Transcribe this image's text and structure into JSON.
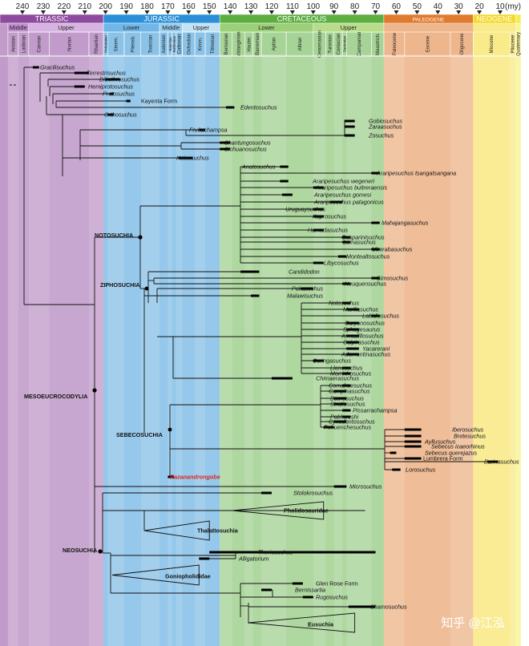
{
  "time_axis": {
    "unit_label": "(my)",
    "ticks": [
      "240",
      "230",
      "220",
      "210",
      "200",
      "190",
      "180",
      "170",
      "160",
      "150",
      "140",
      "130",
      "120",
      "110",
      "100",
      "90",
      "80",
      "70",
      "60",
      "50",
      "40",
      "30",
      "20",
      "10"
    ]
  },
  "periods": [
    {
      "name": "TRIASSIC",
      "color": "#8e4a9f",
      "start": 252,
      "end": 201
    },
    {
      "name": "JURASSIC",
      "color": "#2a8fd6",
      "start": 201,
      "end": 145
    },
    {
      "name": "CRETACEOUS",
      "color": "#5cae3f",
      "start": 145,
      "end": 66
    },
    {
      "name": "PALEOGENE",
      "color": "#e07a2e",
      "start": 66,
      "end": 23
    },
    {
      "name": "NEOGENE",
      "color": "#f4d92a",
      "start": 23,
      "end": 2.6
    },
    {
      "name": "",
      "color": "#f4ec50",
      "start": 2.6,
      "end": 0
    }
  ],
  "epochs": [
    {
      "name": "Middle",
      "start": 247,
      "end": 237,
      "color": "#c08ed0"
    },
    {
      "name": "Upper",
      "start": 237,
      "end": 201,
      "color": "#d6b3e0"
    },
    {
      "name": "Lower",
      "start": 201,
      "end": 174,
      "color": "#70b7e8"
    },
    {
      "name": "Middle",
      "start": 174,
      "end": 163,
      "color": "#98cdef"
    },
    {
      "name": "Upper",
      "start": 163,
      "end": 145,
      "color": "#c3e2f6"
    },
    {
      "name": "Lower",
      "start": 145,
      "end": 100,
      "color": "#9bcf78"
    },
    {
      "name": "Upper",
      "start": 100,
      "end": 66,
      "color": "#b8dd8a"
    }
  ],
  "stages": [
    {
      "name": "Anisian",
      "start": 247,
      "end": 242
    },
    {
      "name": "Ladinian",
      "start": 242,
      "end": 237
    },
    {
      "name": "Carnian",
      "start": 237,
      "end": 227
    },
    {
      "name": "Norian",
      "start": 227,
      "end": 208
    },
    {
      "name": "Rhaetian",
      "start": 208,
      "end": 201
    },
    {
      "name": "Hettangian",
      "start": 201,
      "end": 199
    },
    {
      "name": "Sinem.",
      "start": 199,
      "end": 191
    },
    {
      "name": "Pliensb.",
      "start": 191,
      "end": 183
    },
    {
      "name": "Toarcian",
      "start": 183,
      "end": 174
    },
    {
      "name": "Aalenian",
      "start": 174,
      "end": 170
    },
    {
      "name": "Bajocian",
      "start": 170,
      "end": 168
    },
    {
      "name": "Bathonian",
      "start": 168,
      "end": 166
    },
    {
      "name": "Callovian",
      "start": 166,
      "end": 163
    },
    {
      "name": "Oxfordian",
      "start": 163,
      "end": 157
    },
    {
      "name": "Kimm.",
      "start": 157,
      "end": 152
    },
    {
      "name": "Tithonian",
      "start": 152,
      "end": 145
    },
    {
      "name": "Berriasian",
      "start": 145,
      "end": 139
    },
    {
      "name": "Valanginian",
      "start": 139,
      "end": 133
    },
    {
      "name": "Hauter.",
      "start": 133,
      "end": 129
    },
    {
      "name": "Barremian",
      "start": 129,
      "end": 125
    },
    {
      "name": "Aptian",
      "start": 125,
      "end": 113
    },
    {
      "name": "Albian",
      "start": 113,
      "end": 100
    },
    {
      "name": "Cenomanian",
      "start": 100,
      "end": 94
    },
    {
      "name": "Turonian",
      "start": 94,
      "end": 90
    },
    {
      "name": "Coniacian",
      "start": 90,
      "end": 86
    },
    {
      "name": "Santonian",
      "start": 86,
      "end": 84
    },
    {
      "name": "Campanian",
      "start": 84,
      "end": 72
    },
    {
      "name": "Maastrich.",
      "start": 72,
      "end": 66
    },
    {
      "name": "Paleocene",
      "start": 66,
      "end": 56
    },
    {
      "name": "Eocene",
      "start": 56,
      "end": 34
    },
    {
      "name": "Oligocene",
      "start": 34,
      "end": 23
    },
    {
      "name": "Miocene",
      "start": 23,
      "end": 5.3
    },
    {
      "name": "Pliocene",
      "start": 5.3,
      "end": 2.6
    },
    {
      "name": "Quaternary",
      "start": 2.6,
      "end": 0
    }
  ],
  "taxa": [
    {
      "name": "Gracilisuchus",
      "start": 235,
      "end": 232
    },
    {
      "name": "Terrestrisuchus",
      "start": 215,
      "end": 208
    },
    {
      "name": "Dibothrosuchus",
      "start": 200,
      "end": 193
    },
    {
      "name": "Hemiprotosuchus",
      "start": 215,
      "end": 210
    },
    {
      "name": "Protosuchus",
      "start": 198,
      "end": 196
    },
    {
      "name": "Kayenta Form",
      "start": 190,
      "end": 188,
      "upright": true
    },
    {
      "name": "Edentosuchus",
      "start": 142,
      "end": 138
    },
    {
      "name": "Orthosuchus",
      "start": 199,
      "end": 196
    },
    {
      "name": "Gobiosuchus",
      "start": 85,
      "end": 80
    },
    {
      "name": "Zaraasuchus",
      "start": 85,
      "end": 80
    },
    {
      "name": "Fruitachampsa",
      "start": 155,
      "end": 152
    },
    {
      "name": "Zosuchus",
      "start": 85,
      "end": 80
    },
    {
      "name": "Shantungosuchus",
      "start": 145,
      "end": 140
    },
    {
      "name": "Sichuanosuchus",
      "start": 145,
      "end": 140
    },
    {
      "name": "Hsisosuchus",
      "start": 165,
      "end": 158
    },
    {
      "name": "Anatosuchus",
      "start": 116,
      "end": 112
    },
    {
      "name": "Araripesuchus tsangatsangana",
      "start": 72,
      "end": 68
    },
    {
      "name": "Araripesuchus wegeneri",
      "start": 116,
      "end": 112
    },
    {
      "name": "Araripesuchus buitreraensis",
      "start": 100,
      "end": 95
    },
    {
      "name": "Araripesuchus gomesi",
      "start": 115,
      "end": 110
    },
    {
      "name": "Araripesuchus patagonicus",
      "start": 92,
      "end": 86
    },
    {
      "name": "Uruguaysuchus",
      "start": 100,
      "end": 95
    },
    {
      "name": "Kaprosuchus",
      "start": 100,
      "end": 95
    },
    {
      "name": "Mahajangasuchus",
      "start": 72,
      "end": 68
    },
    {
      "name": "Hamadasuchus",
      "start": 100,
      "end": 95
    },
    {
      "name": "Gasparinisuchus",
      "start": 86,
      "end": 82
    },
    {
      "name": "Lomasuchus",
      "start": 86,
      "end": 82
    },
    {
      "name": "Uberabasuchus",
      "start": 72,
      "end": 68
    },
    {
      "name": "Montealtosuchus",
      "start": 88,
      "end": 84
    },
    {
      "name": "Libycosuchus",
      "start": 100,
      "end": 95
    },
    {
      "name": "Candidodon",
      "start": 135,
      "end": 126
    },
    {
      "name": "Simosuchus",
      "start": 72,
      "end": 68
    },
    {
      "name": "Neuquensuchus",
      "start": 86,
      "end": 82
    },
    {
      "name": "Pakasuchus",
      "start": 106,
      "end": 100
    },
    {
      "name": "Malawisuchus",
      "start": 130,
      "end": 126
    },
    {
      "name": "Notosuchus",
      "start": 86,
      "end": 82
    },
    {
      "name": "Mariliasuchus",
      "start": 84,
      "end": 78
    },
    {
      "name": "Labidiosuchus",
      "start": 72,
      "end": 68
    },
    {
      "name": "Caryonosuchus",
      "start": 84,
      "end": 78
    },
    {
      "name": "Sphagesaurus",
      "start": 84,
      "end": 78
    },
    {
      "name": "Armadillosuchus",
      "start": 84,
      "end": 78
    },
    {
      "name": "Caipirasuchus",
      "start": 84,
      "end": 78
    },
    {
      "name": "Yacarerani",
      "start": 84,
      "end": 78
    },
    {
      "name": "Adamantinasuchus",
      "start": 84,
      "end": 78
    },
    {
      "name": "Coringasuchus",
      "start": 100,
      "end": 95
    },
    {
      "name": "Llanosuchus",
      "start": 86,
      "end": 82
    },
    {
      "name": "Morrinhosuchus",
      "start": 86,
      "end": 82
    },
    {
      "name": "Chimaerasuchus",
      "start": 120,
      "end": 110
    },
    {
      "name": "Comahuesuchus",
      "start": 86,
      "end": 82
    },
    {
      "name": "Campinasuchus",
      "start": 90,
      "end": 84
    },
    {
      "name": "Baurusuchus",
      "start": 90,
      "end": 84
    },
    {
      "name": "Stratiosuchus",
      "start": 90,
      "end": 84
    },
    {
      "name": "Pissarrachampsa",
      "start": 86,
      "end": 82
    },
    {
      "name": "Pabhweshi",
      "start": 86,
      "end": 82
    },
    {
      "name": "Cynodontosuchus",
      "start": 90,
      "end": 84
    },
    {
      "name": "Pehuenchesuchus",
      "start": 95,
      "end": 90
    },
    {
      "name": "Iberosuchus",
      "start": 56,
      "end": 48
    },
    {
      "name": "Bretesuchus",
      "start": 56,
      "end": 48
    },
    {
      "name": "Ayllusuchus",
      "start": 56,
      "end": 48
    },
    {
      "name": "Sebecus icaeorhinus",
      "start": 56,
      "end": 48
    },
    {
      "name": "Sebecus querejazus",
      "start": 63,
      "end": 60
    },
    {
      "name": "Lumbrera Form",
      "start": 56,
      "end": 48,
      "upright": true
    },
    {
      "name": "Barinasuchus",
      "start": 16,
      "end": 11
    },
    {
      "name": "Lorosuchus",
      "start": 62,
      "end": 58
    },
    {
      "name": "Razanandrongobe",
      "start": 170,
      "end": 167,
      "highlight": true
    },
    {
      "name": "Microsuchus",
      "start": 90,
      "end": 84
    },
    {
      "name": "Stolokrosuchus",
      "start": 125,
      "end": 120
    },
    {
      "name": "Pholidosauridae",
      "start": 145,
      "end": 90,
      "clade_wedge": true
    },
    {
      "name": "Thalattosuchia",
      "start": 185,
      "end": 140,
      "clade_wedge": true
    },
    {
      "name": "Theriosuchus",
      "start": 150,
      "end": 70
    },
    {
      "name": "Alligatorium",
      "start": 155,
      "end": 150
    },
    {
      "name": "Goniopholididae",
      "start": 175,
      "end": 110,
      "clade_wedge": true
    },
    {
      "name": "Glen Rose Form",
      "start": 110,
      "end": 105,
      "upright": true
    },
    {
      "name": "Bernissartia",
      "start": 125,
      "end": 120
    },
    {
      "name": "Rugosuchus",
      "start": 105,
      "end": 100
    },
    {
      "name": "Shamosuchus",
      "start": 83,
      "end": 70
    },
    {
      "name": "Eusuchia",
      "start": 100,
      "end": 80,
      "clade_wedge": true
    }
  ],
  "clades": [
    "NOTOSUCHIA",
    "ZIPHOSUCHIA",
    "MESOEUCROCODYLIA",
    "SEBECOSUCHIA",
    "NEOSUCHIA"
  ],
  "watermark": "知乎 @江泓"
}
